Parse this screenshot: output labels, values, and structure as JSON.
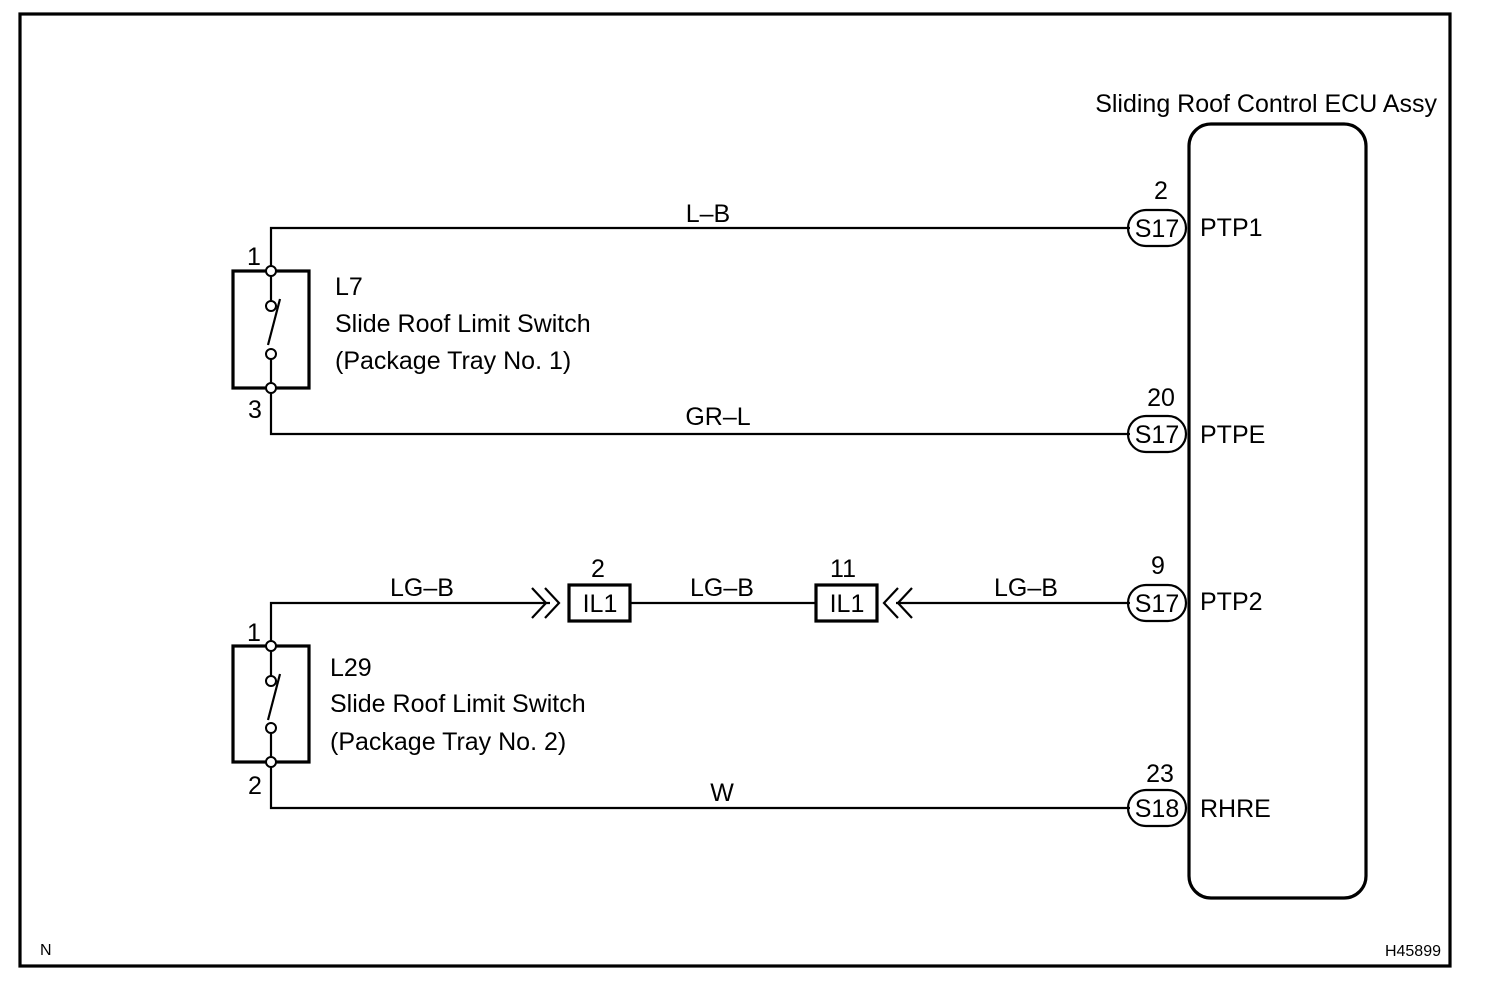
{
  "corner": {
    "left": "N",
    "right": "H45899"
  },
  "ecu": {
    "title": "Sliding Roof Control ECU Assy",
    "pins": [
      {
        "number": "2",
        "connector": "S17",
        "terminal": "PTP1"
      },
      {
        "number": "20",
        "connector": "S17",
        "terminal": "PTPE"
      },
      {
        "number": "9",
        "connector": "S17",
        "terminal": "PTP2"
      },
      {
        "number": "23",
        "connector": "S18",
        "terminal": "RHRE"
      }
    ]
  },
  "switch1": {
    "code": "L7",
    "name": "Slide Roof Limit Switch",
    "location": "(Package Tray No. 1)",
    "pin_top": "1",
    "pin_bottom": "3"
  },
  "switch2": {
    "code": "L29",
    "name": "Slide Roof Limit Switch",
    "location": "(Package Tray No. 2)",
    "pin_top": "1",
    "pin_bottom": "2"
  },
  "wires": {
    "w1": "L–B",
    "w2": "GR–L",
    "w3a": "LG–B",
    "w3b": "LG–B",
    "w3c": "LG–B",
    "w4": "W"
  },
  "junctions": [
    {
      "number": "2",
      "connector": "IL1"
    },
    {
      "number": "11",
      "connector": "IL1"
    }
  ]
}
